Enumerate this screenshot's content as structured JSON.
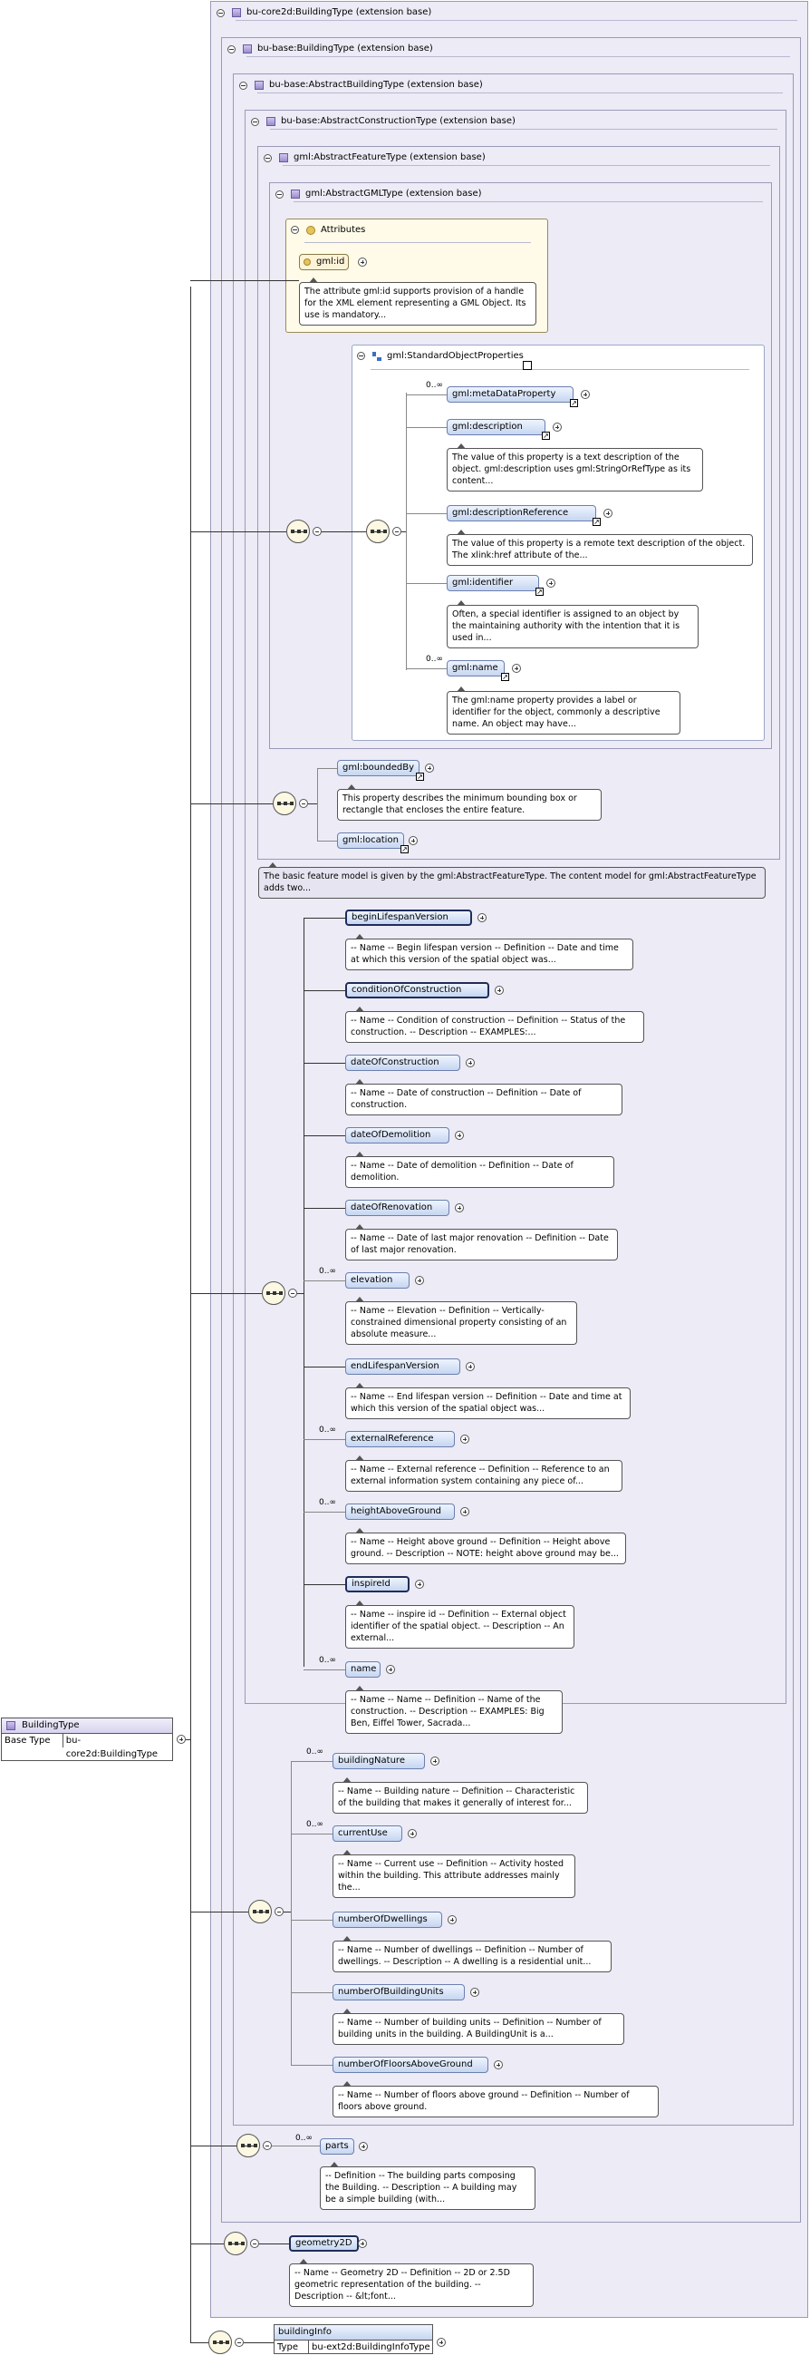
{
  "root": {
    "name": "BuildingType",
    "base_type_label": "Base Type",
    "base_type_value": "bu-core2d:BuildingType"
  },
  "frames": {
    "f1": "bu-core2d:BuildingType (extension base)",
    "f2": "bu-base:BuildingType (extension base)",
    "f3": "bu-base:AbstractBuildingType (extension base)",
    "f4": "bu-base:AbstractConstructionType (extension base)",
    "f5": "gml:AbstractFeatureType (extension base)",
    "f6": "gml:AbstractGMLType (extension base)"
  },
  "attributes": {
    "title": "Attributes",
    "gml_id": "gml:id",
    "gml_id_doc": "The attribute gml:id supports provision of a handle for the XML element representing a GML Object. Its use is mandatory..."
  },
  "sop": {
    "title": "gml:StandardObjectProperties",
    "items": [
      {
        "name": "gml:metaDataProperty",
        "occ": "0..∞",
        "doc": ""
      },
      {
        "name": "gml:description",
        "occ": "",
        "doc": "The value of this property is a text description of the object. gml:description uses gml:StringOrRefType as its content..."
      },
      {
        "name": "gml:descriptionReference",
        "occ": "",
        "doc": "The value of this property is a remote text description of the object. The xlink:href attribute of the..."
      },
      {
        "name": "gml:identifier",
        "occ": "",
        "doc": "Often, a special identifier is assigned to an object by the maintaining authority with the intention that it is used in..."
      },
      {
        "name": "gml:name",
        "occ": "0..∞",
        "doc": "The gml:name property provides a label or identifier for the object, commonly a descriptive name. An object may have..."
      }
    ]
  },
  "feature": {
    "bounded_by": "gml:boundedBy",
    "bounded_by_doc": "This property describes the minimum bounding box or rectangle that encloses the entire feature.",
    "location": "gml:location",
    "doc": "The basic feature model is given by the gml:AbstractFeatureType. The content model for gml:AbstractFeatureType adds two..."
  },
  "construction": [
    {
      "name": "beginLifespanVersion",
      "occ": "",
      "bold": true,
      "doc": "-- Name -- Begin lifespan version -- Definition -- Date and time at which this version of the spatial object was..."
    },
    {
      "name": "conditionOfConstruction",
      "occ": "",
      "bold": true,
      "doc": "-- Name -- Condition of construction -- Definition -- Status of the construction. -- Description -- EXAMPLES:..."
    },
    {
      "name": "dateOfConstruction",
      "occ": "",
      "bold": false,
      "doc": "-- Name -- Date of construction -- Definition -- Date of construction."
    },
    {
      "name": "dateOfDemolition",
      "occ": "",
      "bold": false,
      "doc": "-- Name -- Date of demolition -- Definition -- Date of demolition."
    },
    {
      "name": "dateOfRenovation",
      "occ": "",
      "bold": false,
      "doc": "-- Name -- Date of last major renovation -- Definition -- Date of last major renovation."
    },
    {
      "name": "elevation",
      "occ": "0..∞",
      "bold": false,
      "doc": "-- Name -- Elevation -- Definition -- Vertically-constrained dimensional property consisting of an absolute measure..."
    },
    {
      "name": "endLifespanVersion",
      "occ": "",
      "bold": false,
      "doc": "-- Name -- End lifespan version -- Definition -- Date and time at which this version of the spatial object was..."
    },
    {
      "name": "externalReference",
      "occ": "0..∞",
      "bold": false,
      "doc": "-- Name -- External reference -- Definition -- Reference to an external information system containing any piece of..."
    },
    {
      "name": "heightAboveGround",
      "occ": "0..∞",
      "bold": false,
      "doc": "-- Name -- Height above ground -- Definition -- Height above ground. -- Description -- NOTE: height above ground may be..."
    },
    {
      "name": "inspireId",
      "occ": "",
      "bold": true,
      "doc": "-- Name -- inspire id -- Definition -- External object identifier of the spatial object. -- Description -- An external..."
    },
    {
      "name": "name",
      "occ": "0..∞",
      "bold": false,
      "doc": "-- Name -- Name -- Definition -- Name of the construction. -- Description -- EXAMPLES: Big Ben, Eiffel Tower, Sacrada..."
    }
  ],
  "building": [
    {
      "name": "buildingNature",
      "occ": "0..∞",
      "doc": "-- Name -- Building nature -- Definition -- Characteristic of the building that makes it generally of interest for..."
    },
    {
      "name": "currentUse",
      "occ": "0..∞",
      "doc": "-- Name -- Current use -- Definition -- Activity hosted within the building. This attribute addresses mainly the..."
    },
    {
      "name": "numberOfDwellings",
      "occ": "",
      "doc": "-- Name -- Number of dwellings -- Definition -- Number of dwellings. -- Description -- A dwelling is a residential unit..."
    },
    {
      "name": "numberOfBuildingUnits",
      "occ": "",
      "doc": "-- Name -- Number of building units -- Definition -- Number of building units in the building. A BuildingUnit is a..."
    },
    {
      "name": "numberOfFloorsAboveGround",
      "occ": "",
      "doc": "-- Name -- Number of floors above ground -- Definition -- Number of floors above ground."
    }
  ],
  "parts": {
    "name": "parts",
    "occ": "0..∞",
    "doc": "-- Definition -- The building parts composing the Building. -- Description -- A building may be a simple building (with..."
  },
  "geometry": {
    "name": "geometry2D",
    "doc": "-- Name -- Geometry 2D -- Definition -- 2D or 2.5D geometric representation of the building. -- Description -- &lt;font..."
  },
  "building_info": {
    "name": "buildingInfo",
    "type_label": "Type",
    "type_value": "bu-ext2d:BuildingInfoType"
  }
}
